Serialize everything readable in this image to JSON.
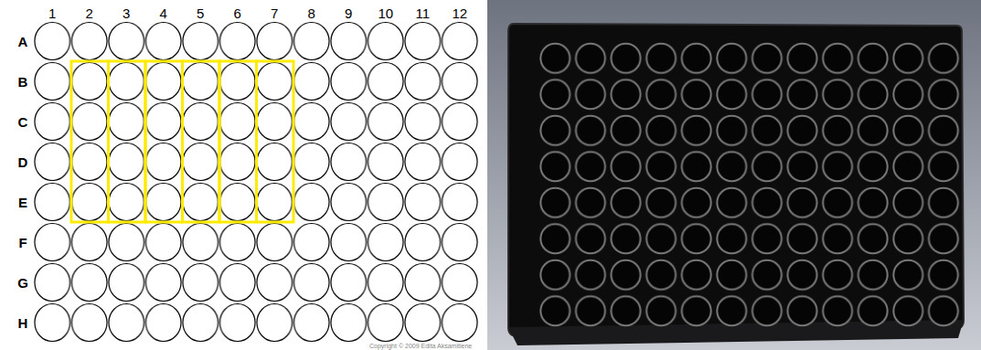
{
  "diagram": {
    "labels": [
      "1",
      "2",
      "3",
      "4",
      "5",
      "6",
      "7",
      "8",
      "9",
      "10",
      "11",
      "12",
      "A",
      "B",
      "C",
      "D",
      "E",
      "F",
      "G",
      "H",
      "Copyright © 2009 Edita Aksamitiene"
    ]
  }
}
